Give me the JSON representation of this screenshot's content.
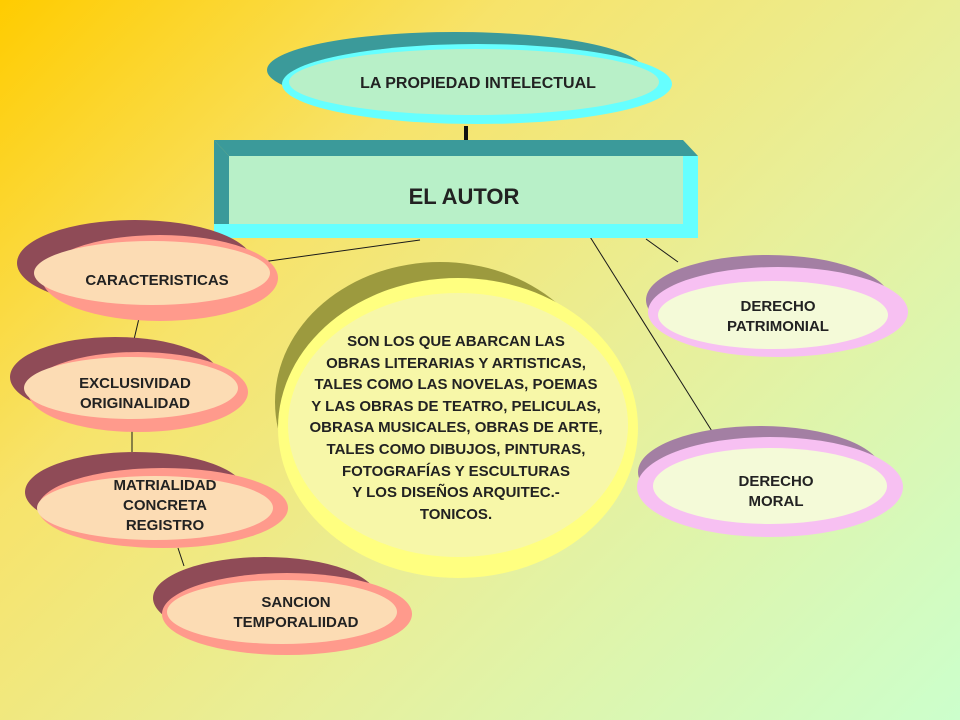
{
  "colors": {
    "cyan": "#66ffff",
    "cyan_shadow": "#3b9a9a",
    "inner_green": "#b8f0c8",
    "maroon": "#8f4b57",
    "salmon": "#ff9a8c",
    "peach": "#fcdcb4",
    "mauve": "#a37fa3",
    "pink": "#f7c0f2",
    "ivory": "#f4fad8",
    "olive": "#9c9a3e",
    "yellow": "#ffff80",
    "cream": "#f7f7a8"
  },
  "nodes": {
    "top": "LA PROPIEDAD INTELECTUAL",
    "author": "EL AUTOR",
    "caracteristicas": "CARACTERISTICAS",
    "exclusividad": "EXCLUSIVIDAD\nORIGINALIDAD",
    "materialidad": "MATRIALIDAD\nCONCRETA\nREGISTRO",
    "sancion": "SANCION\nTEMPORALIIDAD",
    "patrimonial": "DERECHO\nPATRIMONIAL",
    "moral": "DERECHO\nMORAL",
    "center": "SON LOS QUE ABARCAN LAS\nOBRAS LITERARIAS Y ARTISTICAS,\nTALES COMO LAS NOVELAS, POEMAS\nY LAS OBRAS DE TEATRO, PELICULAS,\nOBRASA  MUSICALES, OBRAS DE ARTE,\nTALES COMO DIBUJOS, PINTURAS,\nFOTOGRAFÍAS Y ESCULTURAS\nY LOS DISEÑOS ARQUITEC.-\nTONICOS."
  }
}
